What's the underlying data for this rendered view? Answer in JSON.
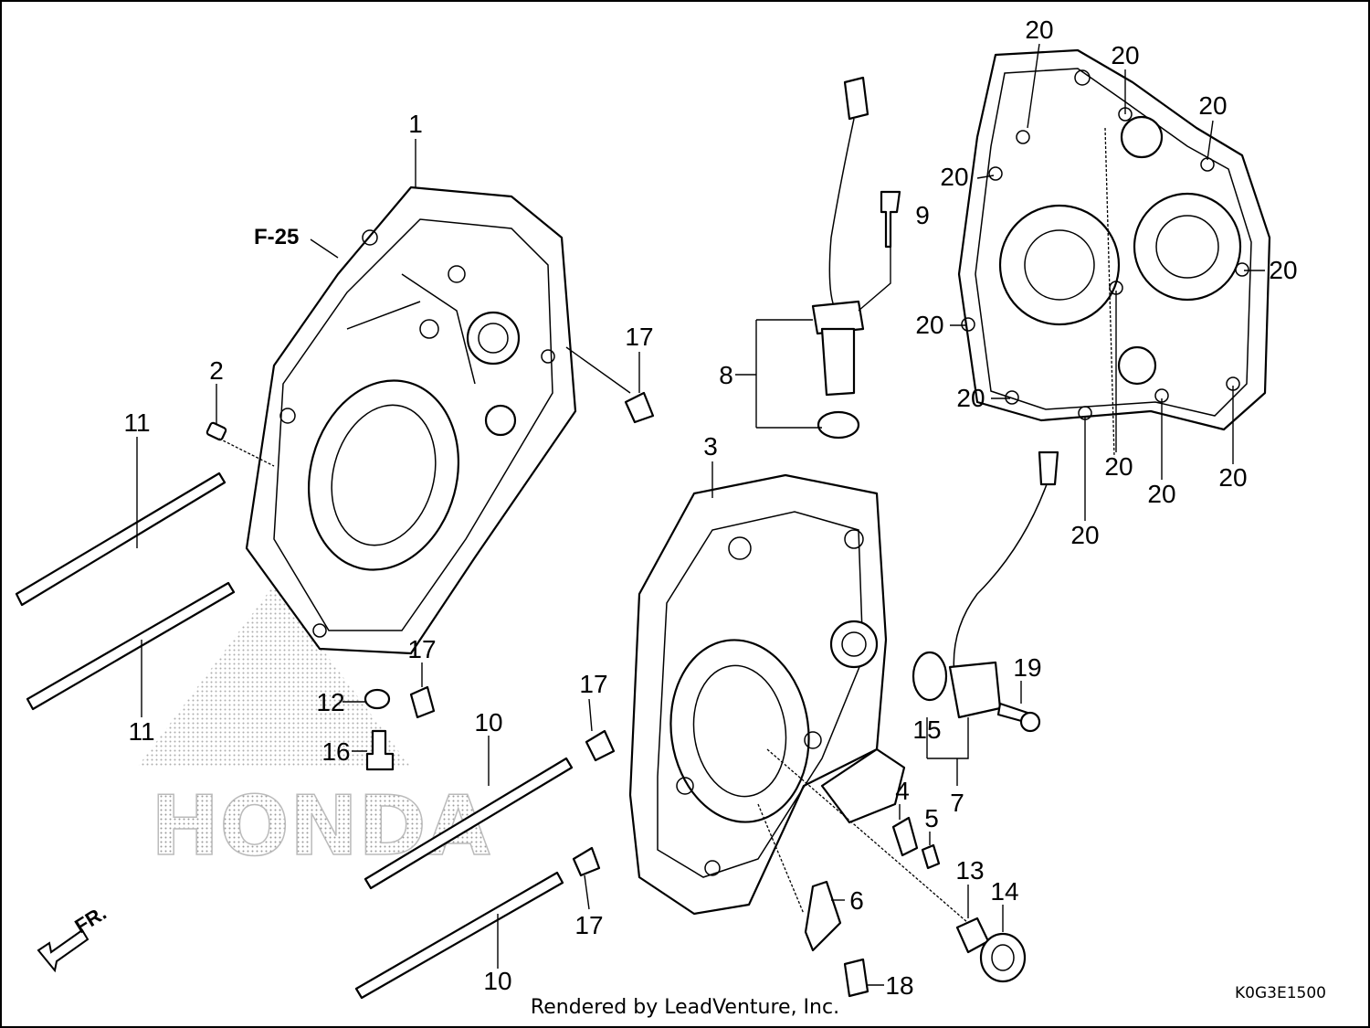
{
  "diagram": {
    "callouts": [
      "1",
      "2",
      "3",
      "4",
      "5",
      "6",
      "7",
      "8",
      "9",
      "10",
      "10",
      "11",
      "11",
      "12",
      "13",
      "14",
      "15",
      "16",
      "17",
      "17",
      "17",
      "17",
      "18",
      "19",
      "20"
    ],
    "reference_label": "F-25",
    "figure_code": "K0G3E1500",
    "direction_label": "FR.",
    "watermark_brand": "HONDA",
    "credit": "Rendered by LeadVenture, Inc."
  }
}
